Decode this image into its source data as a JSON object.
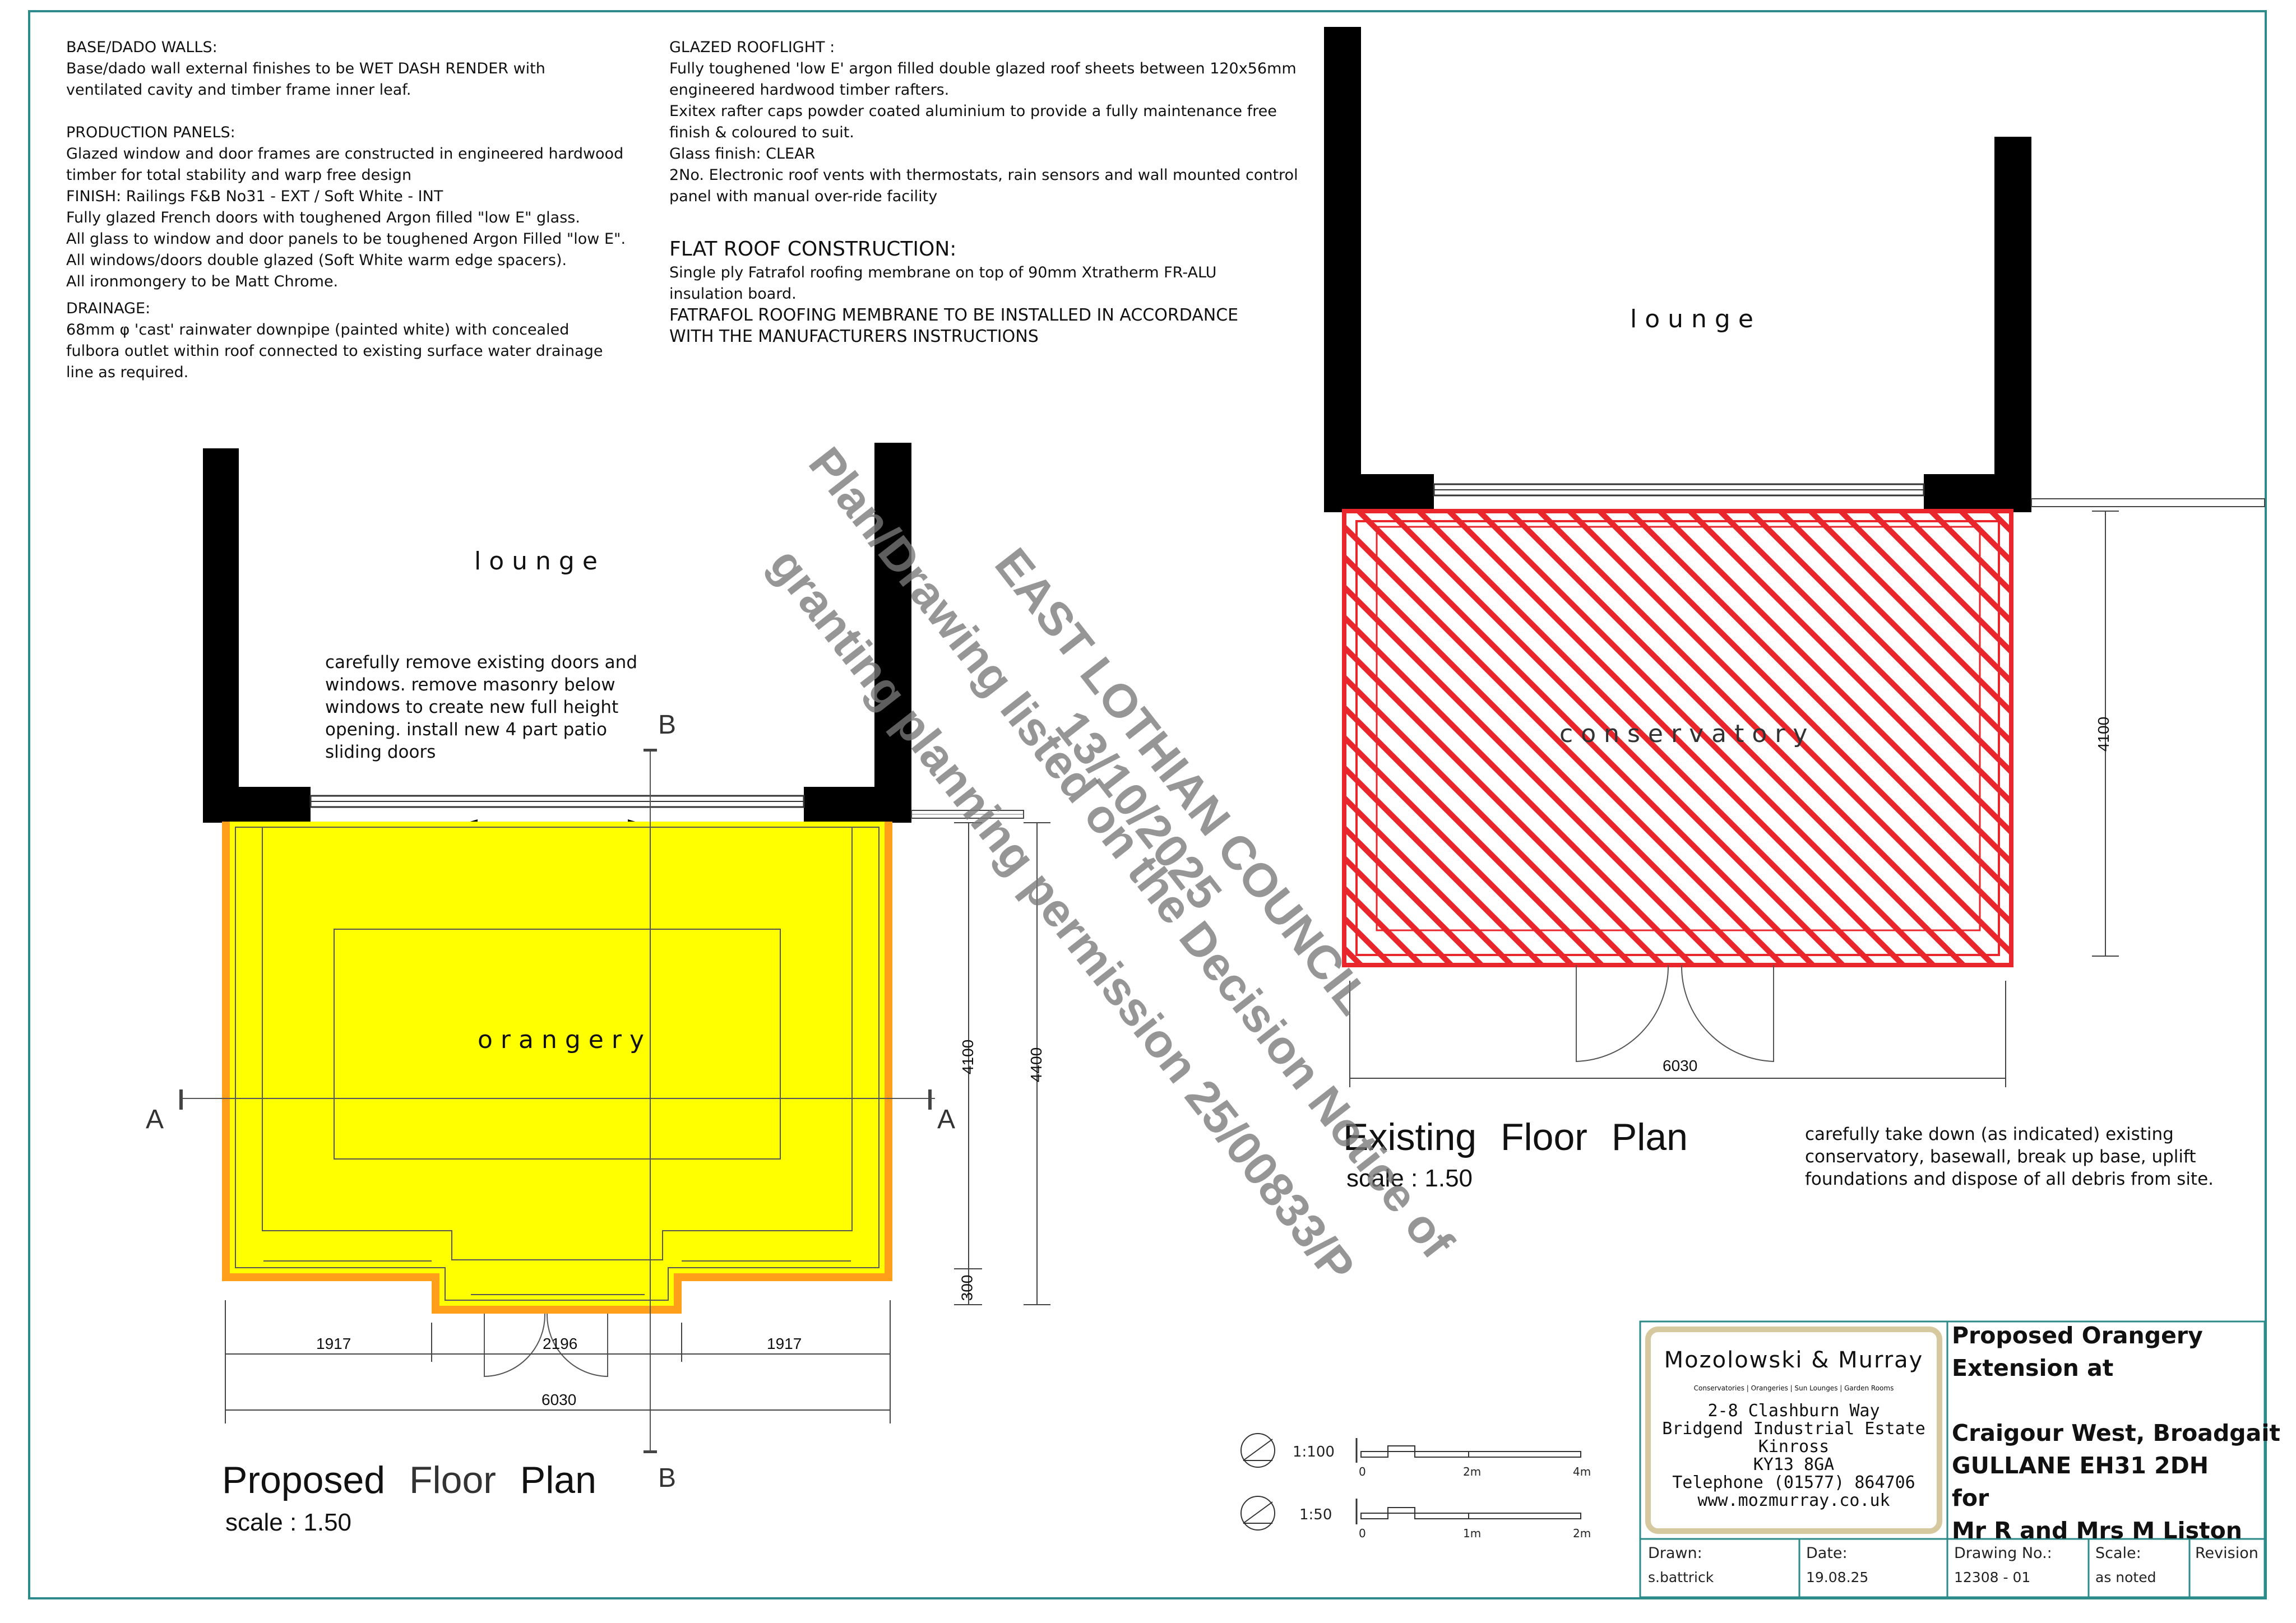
{
  "notes_left": {
    "base_heading": "BASE/DADO WALLS:",
    "base_lines": [
      "Base/dado wall external finishes to be WET DASH RENDER with",
      "ventilated cavity and timber frame inner leaf."
    ],
    "prod_heading": "PRODUCTION PANELS:",
    "prod_lines": [
      "Glazed window and door frames are constructed in engineered hardwood",
      "timber for total stability and warp free design",
      "FINISH: Railings F&B No31 - EXT / Soft White - INT",
      "Fully glazed French doors with toughened Argon filled \"low E\" glass.",
      "All glass to window and door panels to be toughened Argon Filled \"low E\".",
      "All windows/doors double glazed (Soft White warm edge spacers).",
      "All ironmongery to be Matt Chrome."
    ],
    "drain_heading": "DRAINAGE:",
    "drain_lines": [
      "68mm φ 'cast' rainwater downpipe (painted white) with concealed",
      "fulbora outlet within roof connected to existing surface water drainage",
      "line as required."
    ]
  },
  "notes_mid": {
    "roof_heading": "GLAZED ROOFLIGHT :",
    "roof_lines": [
      "Fully toughened 'low E' argon filled double glazed roof sheets between 120x56mm",
      "engineered hardwood timber rafters.",
      "Exitex rafter caps powder coated aluminium to provide a fully maintenance free",
      "finish & coloured to suit.",
      "Glass finish: CLEAR",
      "2No. Electronic roof vents with thermostats, rain sensors and wall mounted control",
      "panel with manual over-ride facility"
    ],
    "flat_heading": "FLAT ROOF CONSTRUCTION:",
    "flat_lines": [
      "Single ply Fatrafol roofing membrane on top of 90mm Xtratherm FR-ALU",
      "insulation board.",
      "FATRAFOL ROOFING MEMBRANE TO BE INSTALLED IN ACCORDANCE",
      "WITH THE MANUFACTURERS INSTRUCTIONS"
    ]
  },
  "proposed": {
    "room_lounge": "lounge",
    "room_orangery": "orangery",
    "note_lines": [
      "carefully remove existing doors and",
      "windows. remove masonry below",
      "windows to create new full height",
      "opening. install new 4 part patio",
      "sliding doors"
    ],
    "section_a": "A",
    "section_b": "B",
    "dims": {
      "d4100": "4100",
      "d4400": "4400",
      "d300": "300",
      "d1917a": "1917",
      "d2196": "2196",
      "d1917b": "1917",
      "d6030": "6030"
    },
    "title_a": "Proposed",
    "title_b": "Floor",
    "title_c": "Plan",
    "scale": "scale : 1.50",
    "fill_color": "#ffff00"
  },
  "existing": {
    "room_lounge": "lounge",
    "room_conservatory": "conservatory",
    "dims": {
      "d4100": "4100",
      "d6030": "6030"
    },
    "title_a": "Existing",
    "title_b": "Floor",
    "title_c": "Plan",
    "scale": "scale : 1.50",
    "note_lines": [
      "carefully take down (as indicated) existing",
      "conservatory, basewall, break up base, uplift",
      "foundations and dispose of all debris from site."
    ],
    "hatch_color": "#e8262b"
  },
  "watermark": {
    "line1": "EAST LOTHIAN COUNCIL",
    "line2": "Plan/Drawing listed on the Decision Notice of",
    "line3": "13/10/2025",
    "line4": "granting planning permission 25/00833/P"
  },
  "scale_bars": {
    "s100_label": "1:100",
    "s100_ticks": [
      "0",
      "2m",
      "4m"
    ],
    "s50_label": "1:50",
    "s50_ticks": [
      "0",
      "1m",
      "2m"
    ]
  },
  "title_block": {
    "company": "Mozolowski & Murray",
    "tagline": "Conservatories | Orangeries | Sun Lounges | Garden Rooms",
    "address_lines": [
      "2-8 Clashburn Way",
      "Bridgend Industrial Estate",
      "Kinross",
      "KY13 8GA",
      "Telephone (01577) 864706",
      "www.mozmurray.co.uk"
    ],
    "project_lines": [
      "Proposed Orangery",
      "Extension at",
      "",
      "Craigour West, Broadgait",
      "GULLANE    EH31 2DH",
      "for",
      "Mr R and Mrs M Liston"
    ],
    "drawn_label": "Drawn:",
    "drawn_value": "s.battrick",
    "date_label": "Date:",
    "date_value": "19.08.25",
    "dwg_label": "Drawing No.:",
    "dwg_value": "12308 - 01",
    "scale_label": "Scale:",
    "scale_value": "as noted",
    "revision_label": "Revision",
    "accent_color": "#2b8a8a",
    "logo_border_color": "#d6c9a0"
  }
}
